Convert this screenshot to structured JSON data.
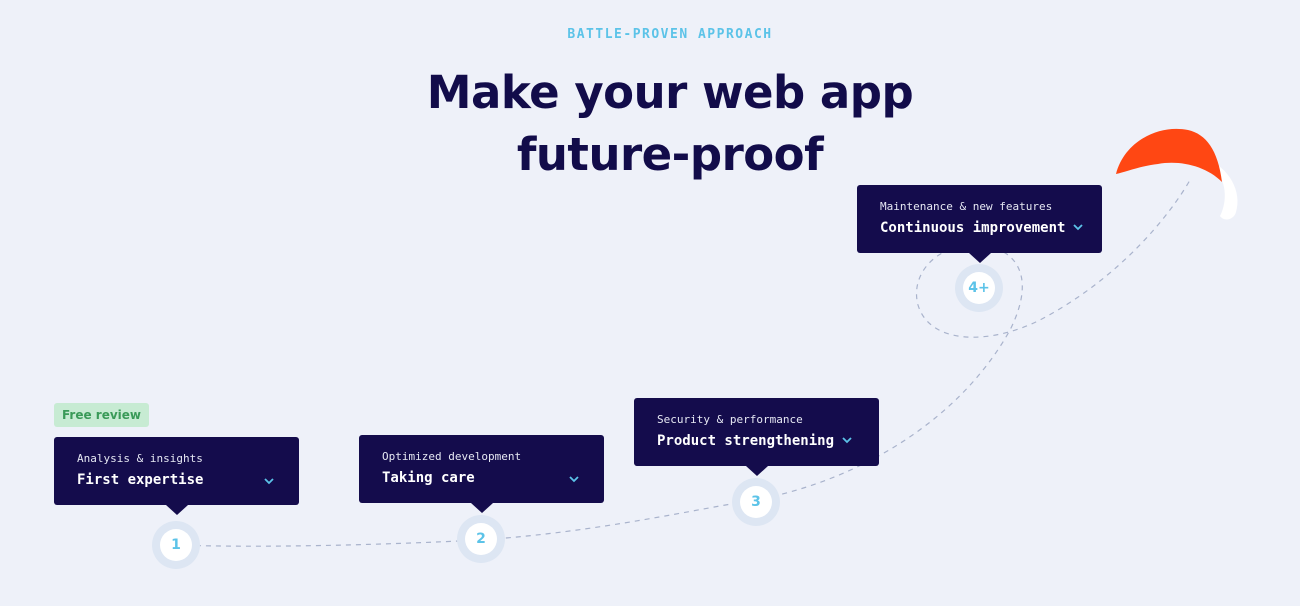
{
  "eyebrow": "BATTLE-PROVEN APPROACH",
  "headline": {
    "line1": "Make your web app",
    "line2": "future-proof"
  },
  "badge": "Free review",
  "steps": [
    {
      "number": "1",
      "subtitle": "Analysis & insights",
      "title": "First expertise"
    },
    {
      "number": "2",
      "subtitle": "Optimized development",
      "title": "Taking care"
    },
    {
      "number": "3",
      "subtitle": "Security & performance",
      "title": "Product strengthening"
    },
    {
      "number": "4+",
      "subtitle": "Maintenance & new features",
      "title": "Continuous improvement"
    }
  ],
  "icons": {
    "card_toggle": "chevron-down-icon",
    "decoration": "kite-icon"
  },
  "colors": {
    "background": "#eef1f9",
    "card": "#140c4c",
    "accent": "#5cc3e8",
    "kite": "#ff4713",
    "badge_bg": "#c7ebd3",
    "badge_text": "#3a9a58"
  }
}
